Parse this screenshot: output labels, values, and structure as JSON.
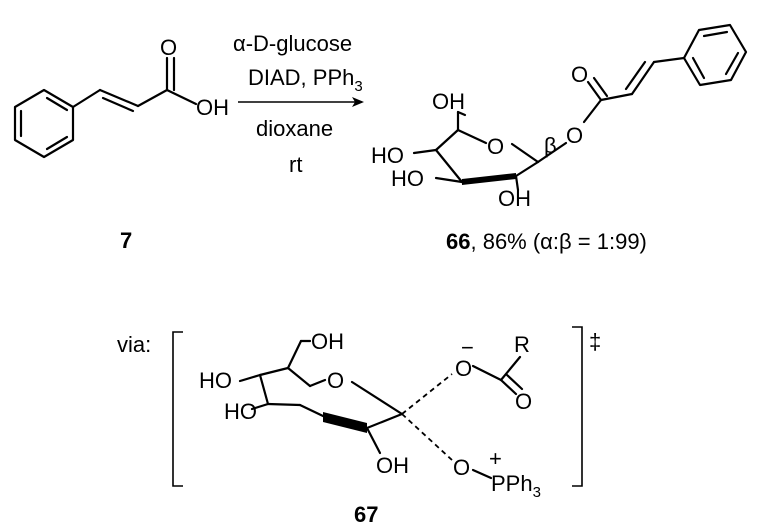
{
  "reaction": {
    "reagents": {
      "line1": "α-D-glucose",
      "line2_main": "DIAD, PPh",
      "line2_sub": "3",
      "line3": "dioxane",
      "line4": "rt"
    },
    "starting_material": {
      "number": "7",
      "atom_o_carbonyl": "O",
      "atom_oh": "OH"
    },
    "product": {
      "number": "66",
      "yield_text": ", 86% (α:β = 1:99)",
      "anomer_label": "β",
      "atom_ring_o": "O",
      "atom_ester_o": "O",
      "atom_carbonyl_o": "O",
      "atom_oh_top": "OH",
      "atom_ho_left": "HO",
      "atom_ho_bottom": "HO",
      "atom_oh_bottom": "OH"
    }
  },
  "transition_state": {
    "prefix": "via:",
    "number": "67",
    "dagger": "‡",
    "atom_oh_top": "OH",
    "atom_ho_left": "HO",
    "atom_ho_bottom": "HO",
    "atom_oh_bottom": "OH",
    "atom_ring_o": "O",
    "carboxylate_o": "O",
    "carboxylate_charge": "−",
    "r_group": "R",
    "carbonyl_o": "O",
    "phosphonium_o": "O",
    "phosphonium_charge": "+",
    "pph3_main": "PPh",
    "pph3_sub": "3"
  }
}
